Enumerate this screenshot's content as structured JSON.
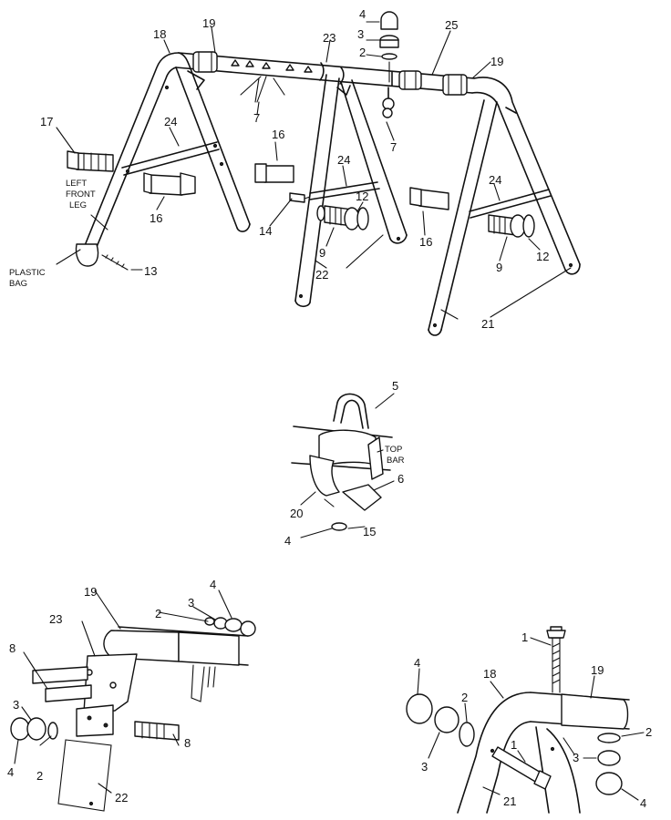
{
  "labels": {
    "left_front_leg": [
      "LEFT",
      "FRONT",
      "LEG"
    ],
    "plastic_bag": [
      "PLASTIC",
      "BAG"
    ],
    "top_bar": [
      "TOP",
      "BAR"
    ]
  },
  "callouts": {
    "n4a": "4",
    "n3a": "3",
    "n2a": "2",
    "n25": "25",
    "n19a": "19",
    "n19b": "19",
    "n18a": "18",
    "n23a": "23",
    "n17": "17",
    "n24a": "24",
    "n7a": "7",
    "n7b": "7",
    "n16a": "16",
    "n16b": "16",
    "n16c": "16",
    "n24b": "24",
    "n24c": "24",
    "n12a": "12",
    "n12b": "12",
    "n14": "14",
    "n9a": "9",
    "n9b": "9",
    "n22a": "22",
    "n21a": "21",
    "n13": "13",
    "n5": "5",
    "n6": "6",
    "n20": "20",
    "n15": "15",
    "n4b": "4",
    "n19c": "19",
    "n23b": "23",
    "n8a": "8",
    "n8b": "8",
    "n2b": "2",
    "n3b": "3",
    "n4c": "4",
    "n3c": "3",
    "n4d": "4",
    "n2c": "2",
    "n22b": "22",
    "n1a": "1",
    "n1b": "1",
    "n18b": "18",
    "n19d": "19",
    "n4e": "4",
    "n3d": "3",
    "n2d": "2",
    "n21b": "21",
    "n2e": "2",
    "n3e": "3",
    "n4f": "4"
  }
}
